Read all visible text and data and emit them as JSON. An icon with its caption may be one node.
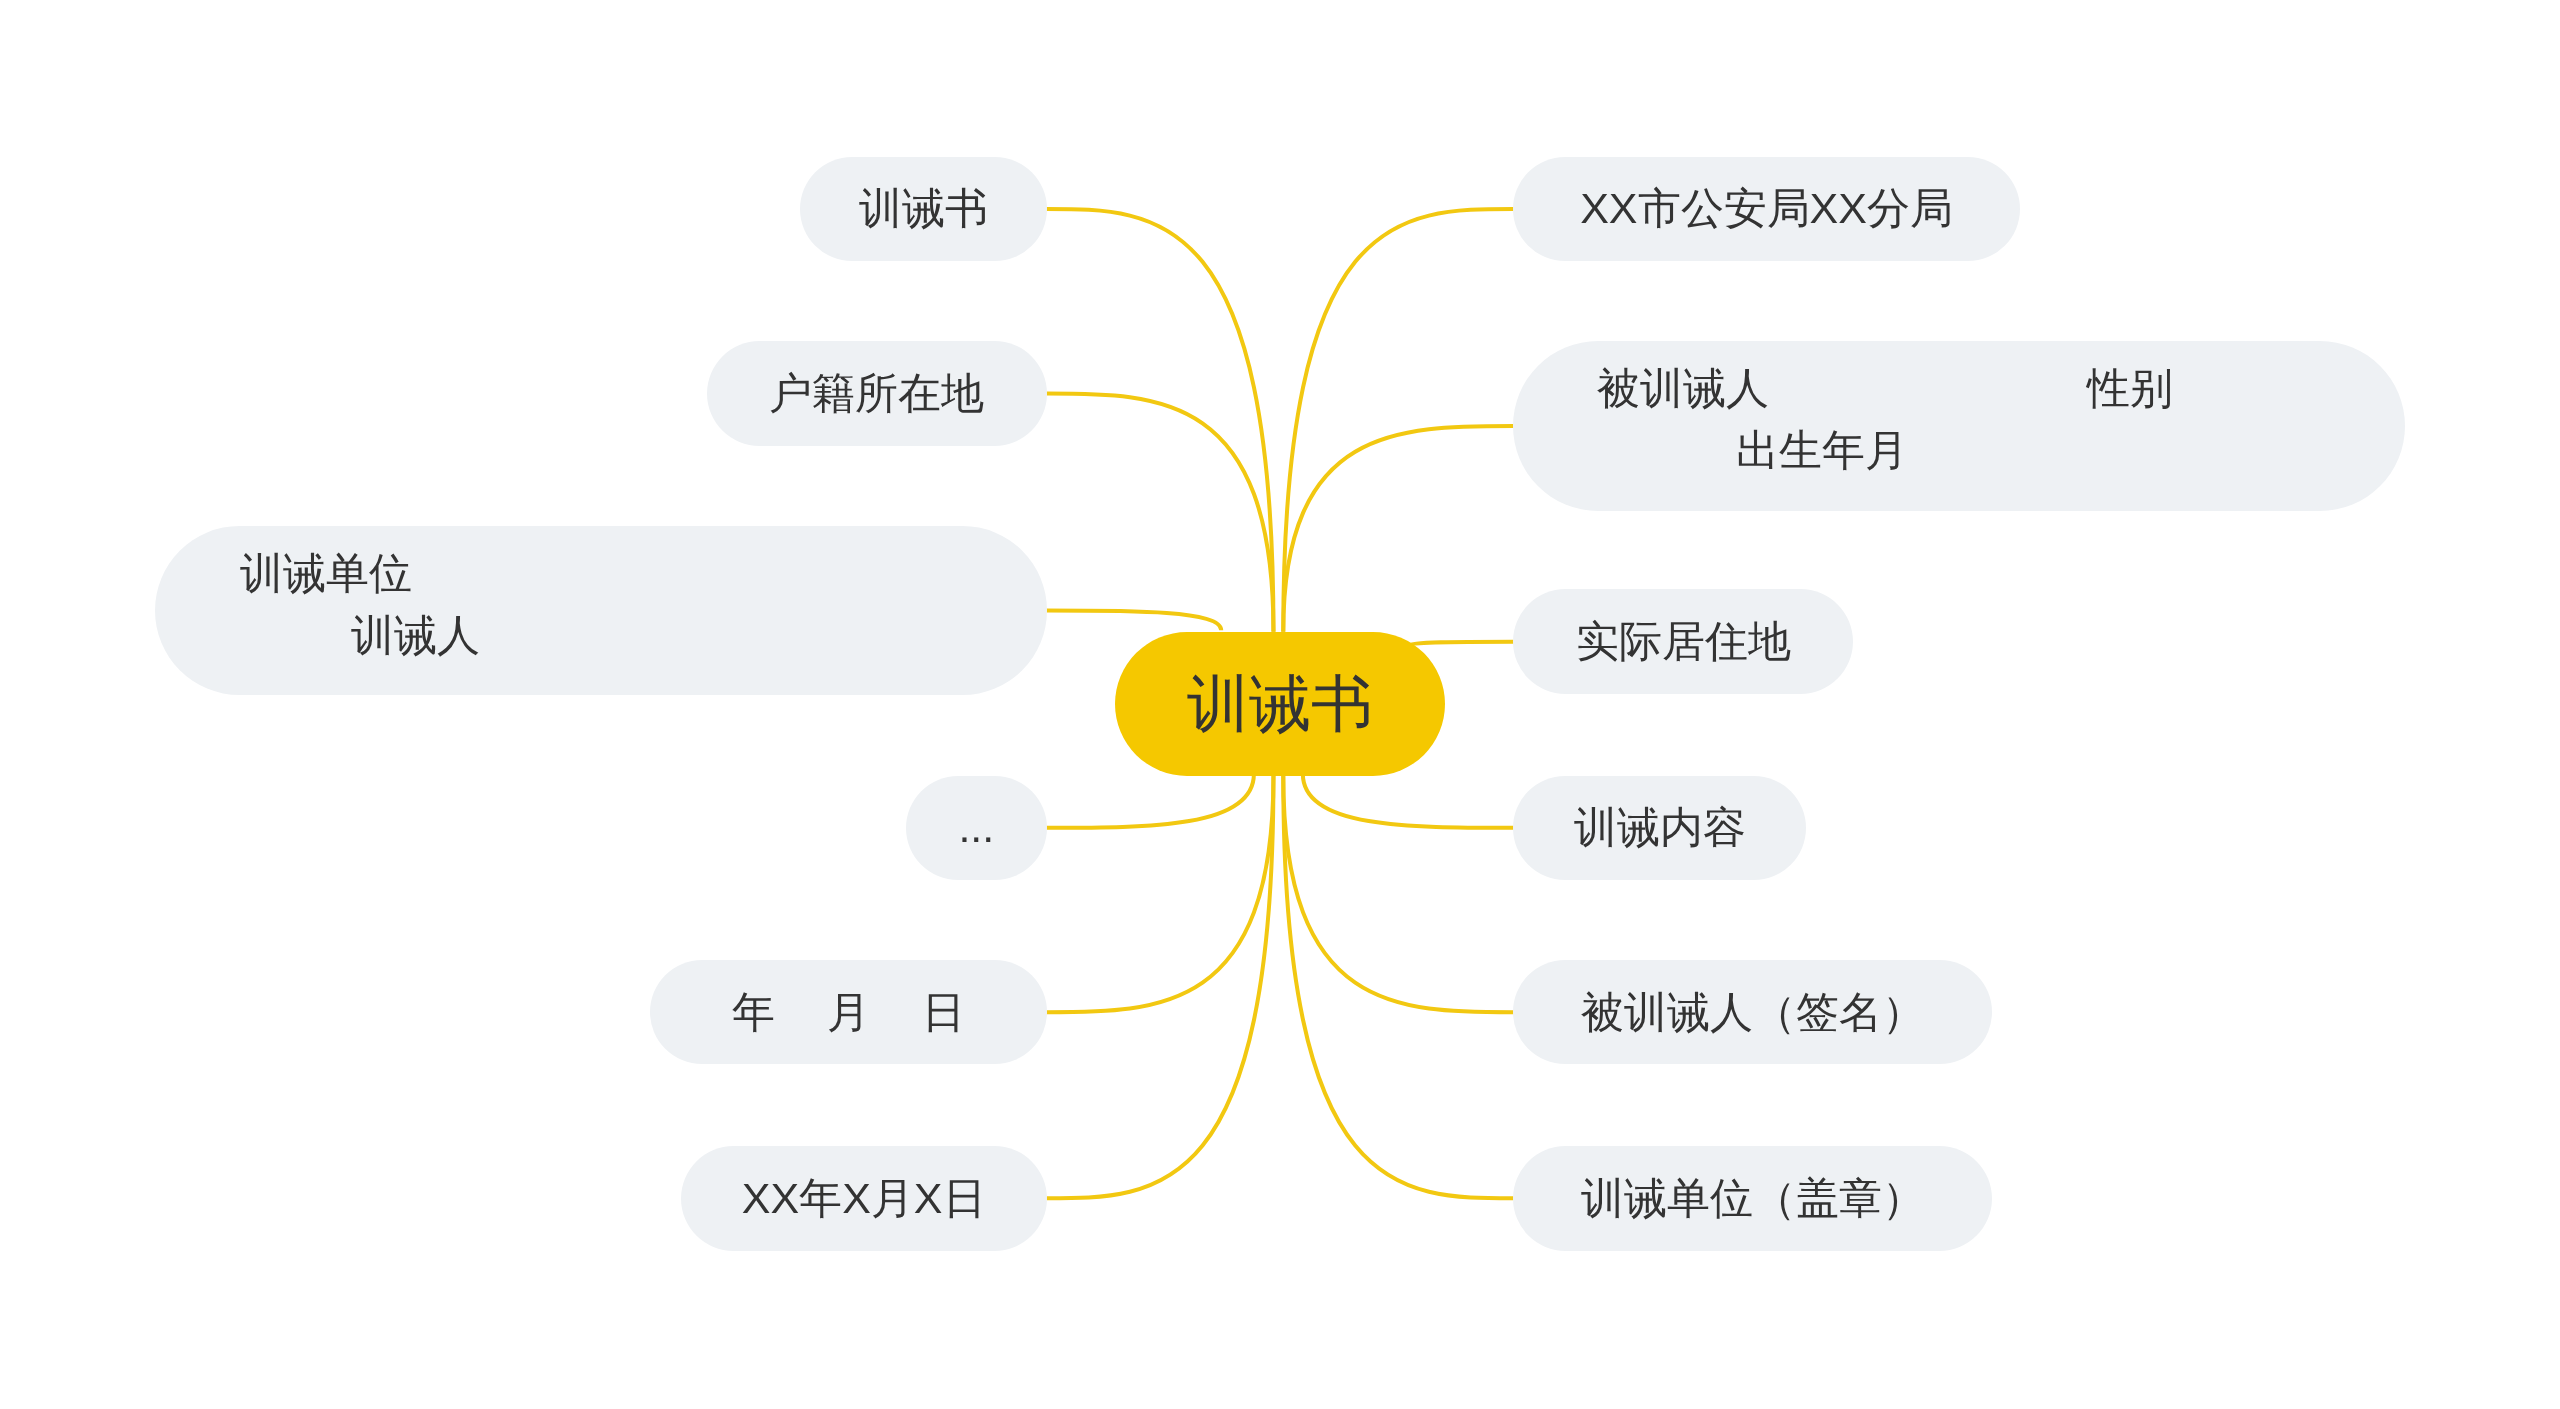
{
  "diagram": {
    "nodes": [
      {
        "text": [
          "训诫书"
        ]
      },
      {
        "text": [
          "训诫书"
        ]
      },
      {
        "text": [
          "户籍所在地"
        ]
      },
      {
        "text": [
          "训诫单位",
          "训诫人"
        ]
      },
      {
        "text": [
          "..."
        ]
      },
      {
        "text": [
          "年 月 日"
        ]
      },
      {
        "text": [
          "XX年X月X日"
        ]
      },
      {
        "text": [
          "XX市公安局XX分局"
        ]
      },
      {
        "text": [
          "被训诫人",
          "性别",
          "出生年月"
        ]
      },
      {
        "text": [
          "实际居住地"
        ]
      },
      {
        "text": [
          "训诫内容"
        ]
      },
      {
        "text": [
          "被训诫人（签名）"
        ]
      },
      {
        "text": [
          "训诫单位（盖章）"
        ]
      }
    ],
    "edges": [
      {
        "from": 0,
        "to": 1,
        "arrow": "none"
      },
      {
        "from": 0,
        "to": 2,
        "arrow": "none"
      },
      {
        "from": 0,
        "to": 3,
        "arrow": "none"
      },
      {
        "from": 0,
        "to": 4,
        "arrow": "none"
      },
      {
        "from": 0,
        "to": 5,
        "arrow": "none"
      },
      {
        "from": 0,
        "to": 6,
        "arrow": "none"
      },
      {
        "from": 0,
        "to": 7,
        "arrow": "none"
      },
      {
        "from": 0,
        "to": 8,
        "arrow": "none"
      },
      {
        "from": 0,
        "to": 9,
        "arrow": "none"
      },
      {
        "from": 0,
        "to": 10,
        "arrow": "none"
      },
      {
        "from": 0,
        "to": 11,
        "arrow": "none"
      },
      {
        "from": 0,
        "to": 12,
        "arrow": "none"
      }
    ]
  }
}
